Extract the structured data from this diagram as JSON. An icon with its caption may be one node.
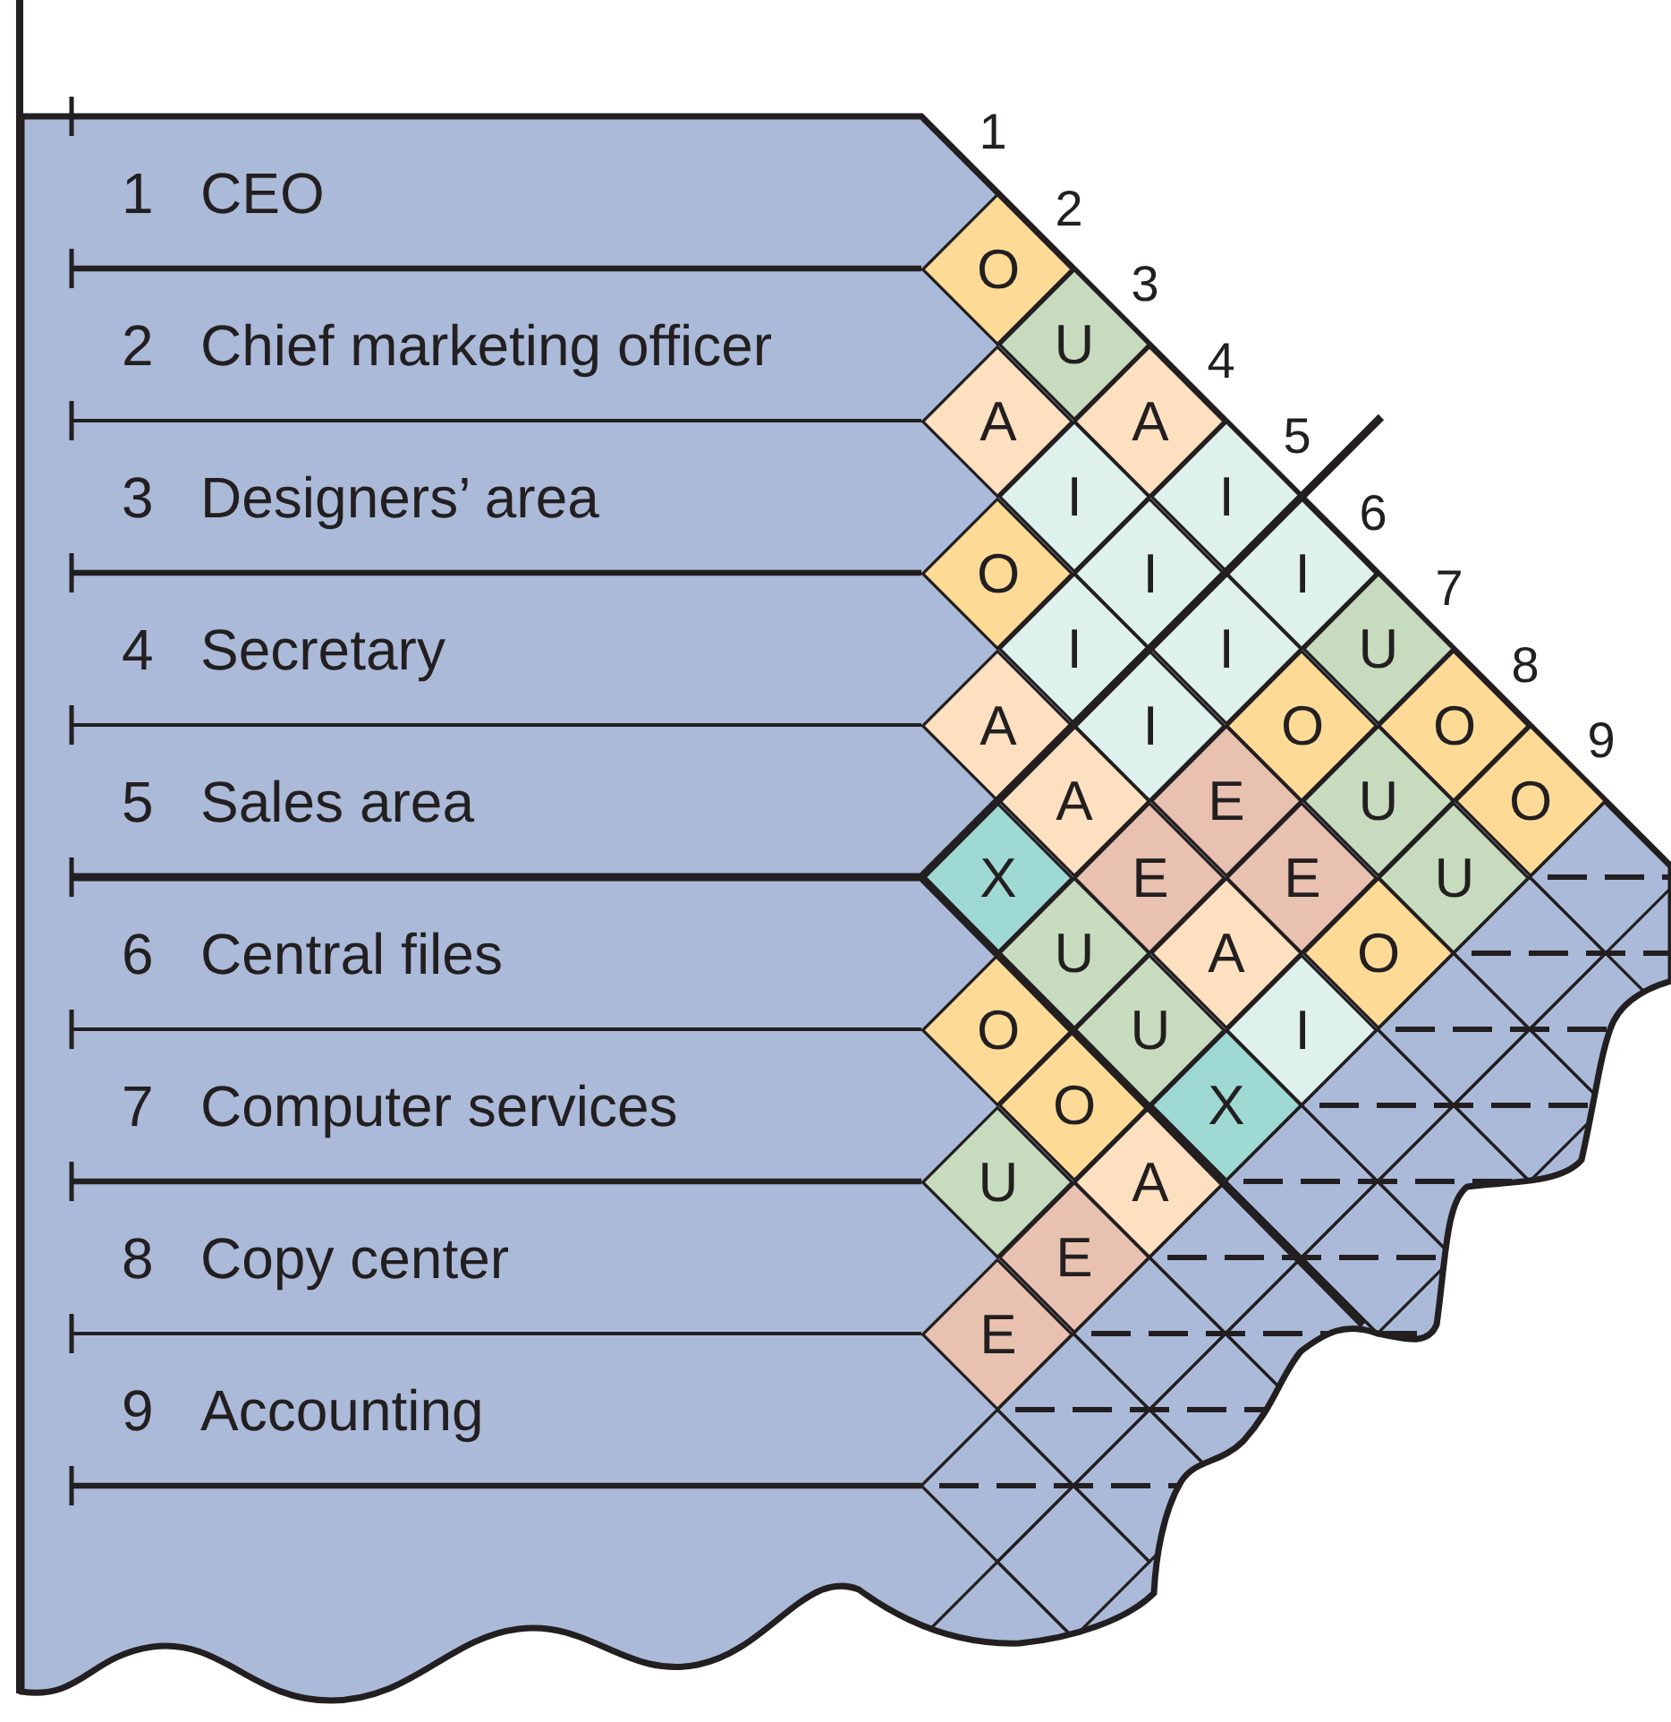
{
  "diagram": {
    "nodes": [
      {
        "text": [
          "1",
          "CEO"
        ]
      },
      {
        "text": [
          "2",
          "Chief marketing officer"
        ]
      },
      {
        "text": [
          "3",
          "Designers’ area"
        ]
      },
      {
        "text": [
          "4",
          "Secretary"
        ]
      },
      {
        "text": [
          "5",
          "Sales area"
        ]
      },
      {
        "text": [
          "6",
          "Central files"
        ]
      },
      {
        "text": [
          "7",
          "Computer services"
        ]
      },
      {
        "text": [
          "8",
          "Copy center"
        ]
      },
      {
        "text": [
          "9",
          "Accounting"
        ]
      },
      {
        "text": [
          "O"
        ]
      },
      {
        "text": [
          "U"
        ]
      },
      {
        "text": [
          "A"
        ]
      },
      {
        "text": [
          "I"
        ]
      },
      {
        "text": [
          "I"
        ]
      },
      {
        "text": [
          "U"
        ]
      },
      {
        "text": [
          "O"
        ]
      },
      {
        "text": [
          "O"
        ]
      },
      {
        "text": [
          "A"
        ]
      },
      {
        "text": [
          "I"
        ]
      },
      {
        "text": [
          "I"
        ]
      },
      {
        "text": [
          "I"
        ]
      },
      {
        "text": [
          "O"
        ]
      },
      {
        "text": [
          "U"
        ]
      },
      {
        "text": [
          "U"
        ]
      },
      {
        "text": [
          "O"
        ]
      },
      {
        "text": [
          "I"
        ]
      },
      {
        "text": [
          "I"
        ]
      },
      {
        "text": [
          "E"
        ]
      },
      {
        "text": [
          "E"
        ]
      },
      {
        "text": [
          "O"
        ]
      },
      {
        "text": [
          "A"
        ]
      },
      {
        "text": [
          "A"
        ]
      },
      {
        "text": [
          "E"
        ]
      },
      {
        "text": [
          "A"
        ]
      },
      {
        "text": [
          "I"
        ]
      },
      {
        "text": [
          "X"
        ]
      },
      {
        "text": [
          "U"
        ]
      },
      {
        "text": [
          "U"
        ]
      },
      {
        "text": [
          "X"
        ]
      },
      {
        "text": [
          "O"
        ]
      },
      {
        "text": [
          "O"
        ]
      },
      {
        "text": [
          "A"
        ]
      },
      {
        "text": [
          "U"
        ]
      },
      {
        "text": [
          "E"
        ]
      },
      {
        "text": [
          "E"
        ]
      }
    ],
    "labels": [
      "1",
      "2",
      "3",
      "4",
      "5",
      "6",
      "7",
      "8",
      "9"
    ]
  }
}
